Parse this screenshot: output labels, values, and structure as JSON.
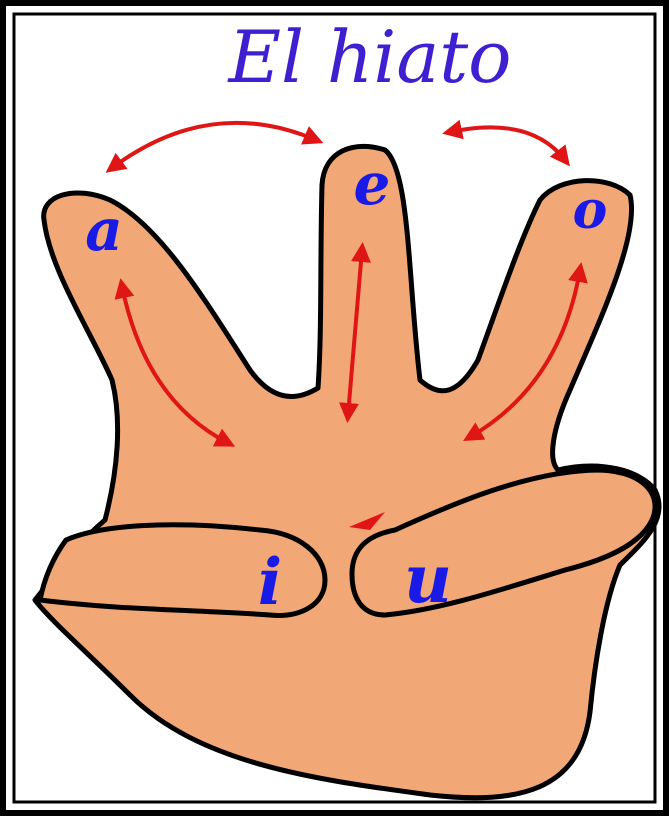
{
  "title": "El hiato",
  "vowels": {
    "a": "a",
    "e": "e",
    "o": "o",
    "i": "i",
    "u": "u"
  },
  "colors": {
    "skin": "#f2a776",
    "outline": "#000000",
    "arrow": "#e01515",
    "vowel_text": "#1a1ae6",
    "title_text": "#3f1fd0",
    "frame": "#000000"
  }
}
